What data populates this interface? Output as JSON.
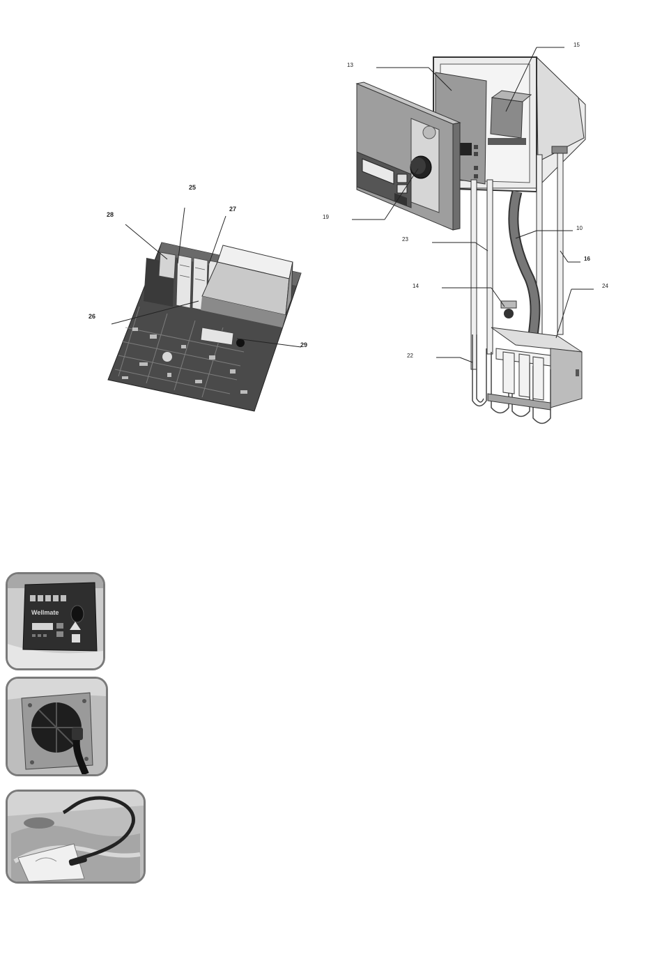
{
  "board_callouts": {
    "c25": "25",
    "c28": "28",
    "c27": "27",
    "c26": "26",
    "c29": "29"
  },
  "assembly_callouts": {
    "c15": "15",
    "c13": "13",
    "c19": "19",
    "c10": "10",
    "c23": "23",
    "c16": "16",
    "c14": "14",
    "c24": "24",
    "c22": "22"
  },
  "photos": {
    "control_panel_logo": "Wellmate"
  },
  "colors": {
    "line": "#222222",
    "panel_gray": "#8c8c8c",
    "light_gray": "#d9d9d9",
    "pcb_dark": "#3c3c3c",
    "photo_border": "#7a7a7a"
  }
}
